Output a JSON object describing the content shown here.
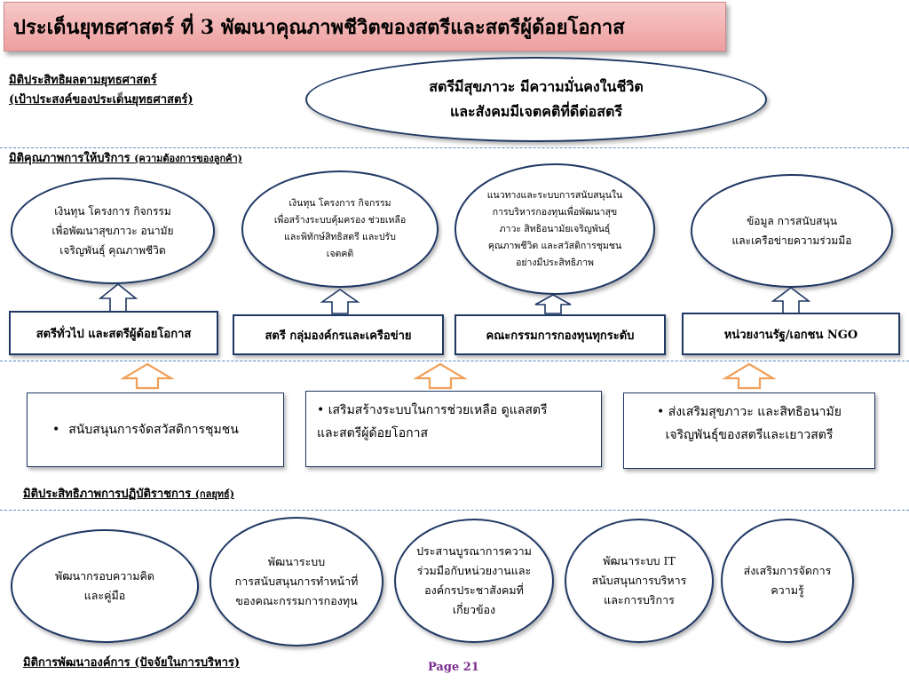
{
  "title": "ประเด็นยุทธศาสตร์ ที่ 3  พัฒนาคุณภาพชีวิตของสตรีและสตรีผู้ด้อยโอกาส",
  "effectiveness": {
    "label_line1": "มิติประสิทธิผลตามยุทธศาสตร์",
    "label_line2": "(เป้าประสงค์ของประเด็นยุทธศาสตร์)",
    "goal_line1": "สตรีมีสุขภาวะ มีความมั่นคงในชีวิต",
    "goal_line2": "และสังคมมีเจตคติที่ดีต่อสตรี"
  },
  "quality": {
    "label": "มิติคุณภาพการให้บริการ",
    "label_sub": "(ความต้องการของลูกค้า)",
    "services": [
      {
        "line1": "เงินทุน โครงการ กิจกรรม",
        "line2": "เพื่อพัฒนาสุขภาวะ อนามัย",
        "line3": "เจริญพันธุ์ คุณภาพชีวิต"
      },
      {
        "line1": "เงินทุน โครงการ กิจกรรม",
        "line2": "เพื่อสร้างระบบคุ้มครอง ช่วยเหลือ",
        "line3": "และพิทักษ์สิทธิสตรี และปรับ",
        "line4": "เจตคติ"
      },
      {
        "line1": "แนวทางและระบบการสนับสนุนใน",
        "line2": "การบริหารกองทุนเพื่อพัฒนาสุข",
        "line3": "ภาวะ สิทธิอนามัยเจริญพันธุ์",
        "line4": "คุณภาพชีวิต และสวัสดิการชุมชน",
        "line5": "อย่างมีประสิทธิภาพ"
      },
      {
        "line1": "ข้อมูล การสนับสนุน",
        "line2": "และเครือข่ายความร่วมมือ"
      }
    ],
    "customers": [
      "สตรีทั่วไป และสตรีผู้ด้อยโอกาส",
      "สตรี กลุ่มองค์กรและเครือข่าย",
      "คณะกรรมการกองทุนทุกระดับ",
      "หน่วยงานรัฐ/เอกชน NGO"
    ]
  },
  "process": {
    "label": "มิติประสิทธิภาพการปฏิบัติราชการ",
    "label_sub": "(กลยุทธ์)",
    "strategies": [
      {
        "line1": "สนับสนุนการจัดสวัสดิการชุมชน"
      },
      {
        "line1": "เสริมสร้างระบบในการช่วยเหลือ ดูแลสตรี",
        "line2": "และสตรีผู้ด้อยโอกาส"
      },
      {
        "line1": "ส่งเสริมสุขภาวะ และสิทธิอนามัย",
        "line2": "เจริญพันธุ์ของสตรีและเยาวสตรี"
      }
    ],
    "bullet": "•"
  },
  "org": {
    "label": "มิติการพัฒนาองค์การ (ปัจจัยในการบริหาร)",
    "items": [
      {
        "line1": "พัฒนากรอบความคิด",
        "line2": "และคู่มือ"
      },
      {
        "line1": "พัฒนาระบบ",
        "line2": "การสนับสนุนการทำหน้าที่",
        "line3": "ของคณะกรรมการกองทุน"
      },
      {
        "line1": "ประสานบูรณาการความ",
        "line2": "ร่วมมือกับหน่วยงานและ",
        "line3": "องค์กรประชาสังคมที่",
        "line4": "เกี่ยวข้อง"
      },
      {
        "line1": "พัฒนาระบบ IT",
        "line2": "สนับสนุนการบริหาร",
        "line3": "และการบริการ"
      },
      {
        "line1": "ส่งเสริมการจัดการ",
        "line2": "ความรู้"
      }
    ]
  },
  "page": "Page  21",
  "colors": {
    "title_bg": "#ee9e9e",
    "border": "#1f3864",
    "dash": "#5b8fc7",
    "arrow_orange": "#f0a05a",
    "page_text": "#7b2d8e"
  }
}
